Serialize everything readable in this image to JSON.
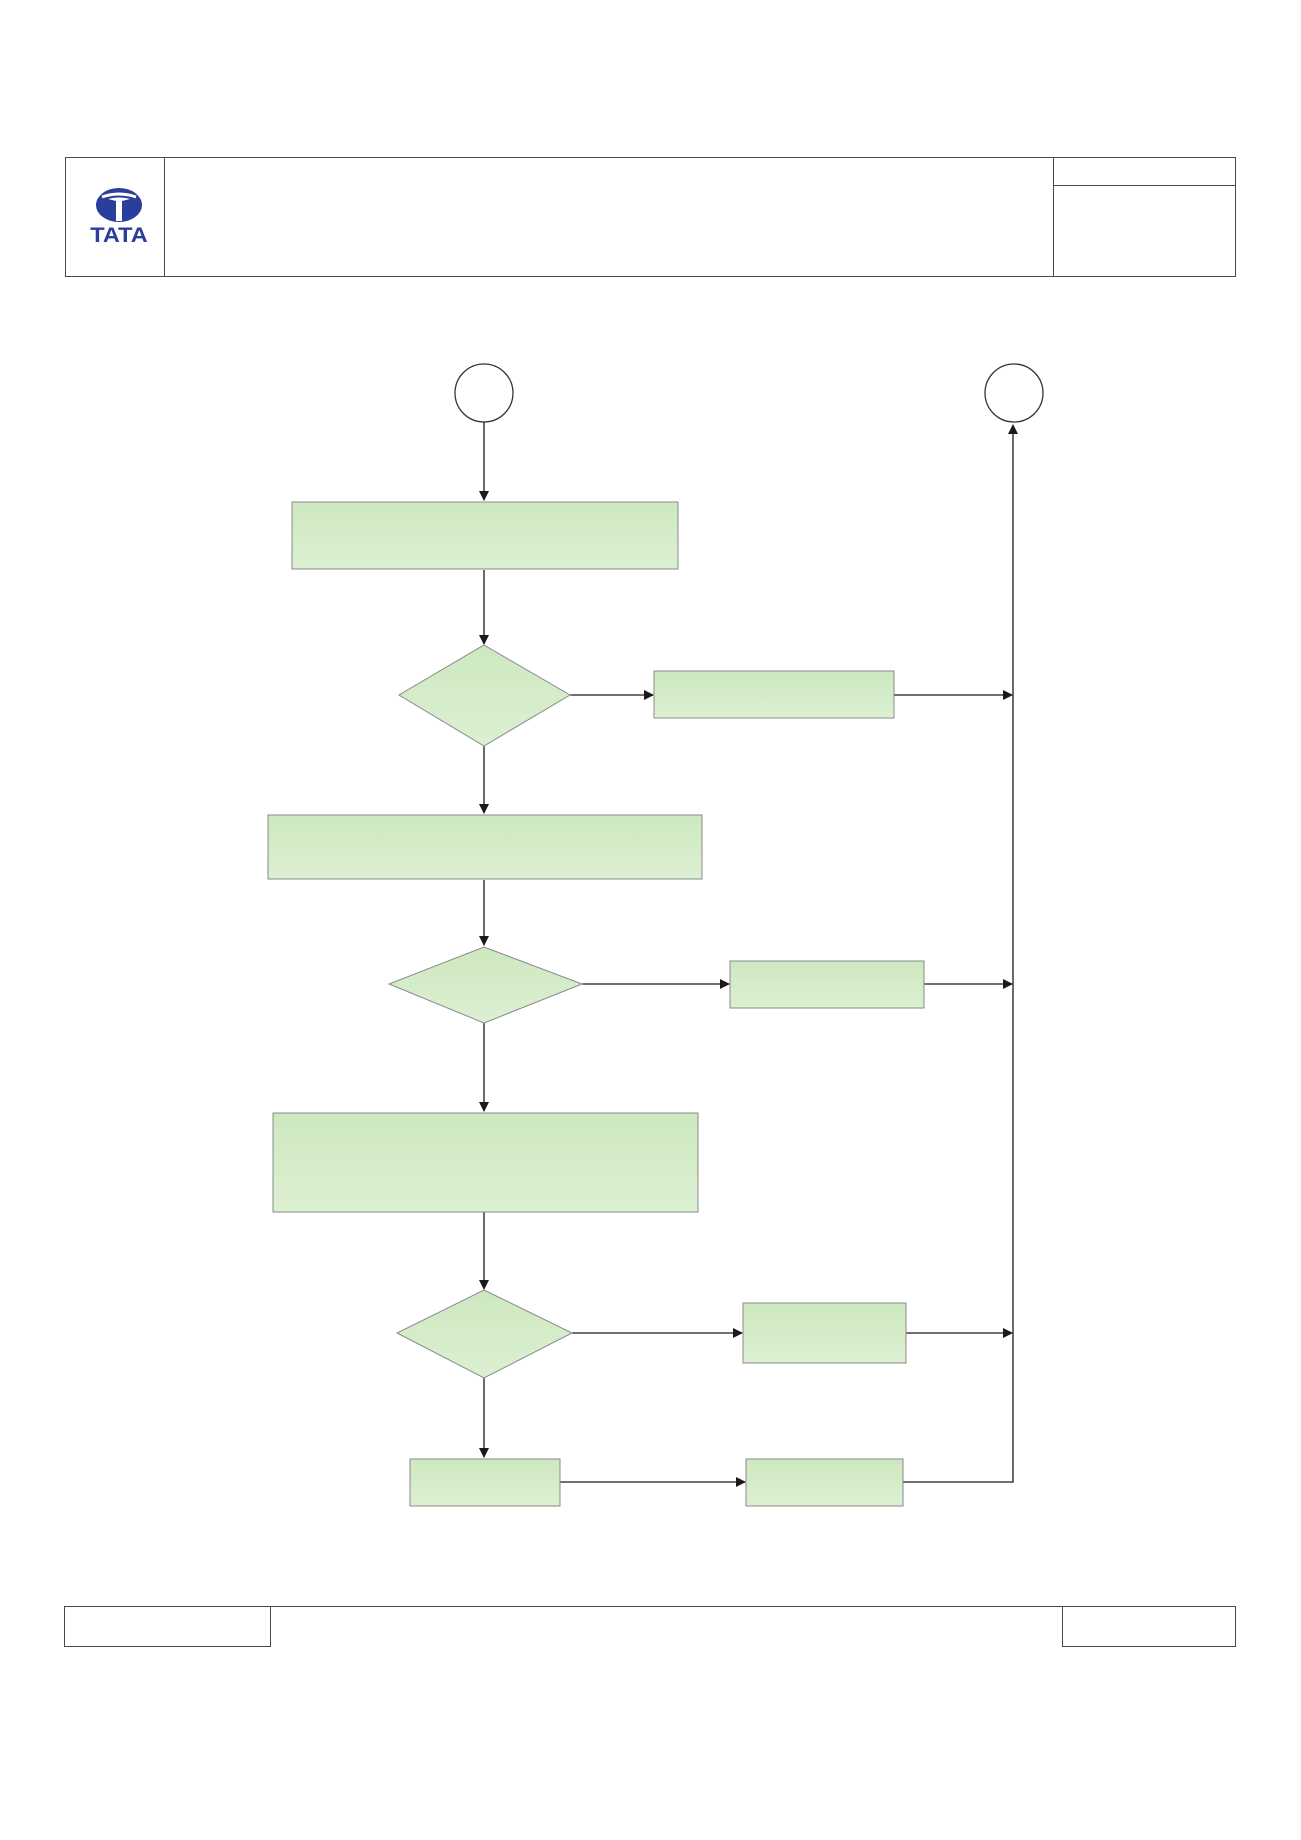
{
  "header": {
    "brand": {
      "name": "TATA",
      "logo_icon": "tata-logo-icon",
      "color": "#2a3f9b"
    },
    "title": "",
    "doc_no": "",
    "rev": ""
  },
  "footer": {
    "left": "",
    "center": "",
    "right": ""
  },
  "flowchart": {
    "fill_color": "#d4ecc8",
    "stroke_color": "#8a8a8a",
    "connector_start": "",
    "connector_end": "",
    "steps": [
      {
        "id": "process-1",
        "kind": "process",
        "label": ""
      },
      {
        "id": "decision-1",
        "kind": "decision",
        "label": ""
      },
      {
        "id": "side-process-1",
        "kind": "process",
        "label": ""
      },
      {
        "id": "process-2",
        "kind": "process",
        "label": ""
      },
      {
        "id": "decision-2",
        "kind": "decision",
        "label": ""
      },
      {
        "id": "side-process-2",
        "kind": "process",
        "label": ""
      },
      {
        "id": "process-3",
        "kind": "process",
        "label": ""
      },
      {
        "id": "decision-3",
        "kind": "decision",
        "label": ""
      },
      {
        "id": "side-process-3",
        "kind": "process",
        "label": ""
      },
      {
        "id": "process-4",
        "kind": "process",
        "label": ""
      },
      {
        "id": "side-process-4",
        "kind": "process",
        "label": ""
      }
    ]
  }
}
